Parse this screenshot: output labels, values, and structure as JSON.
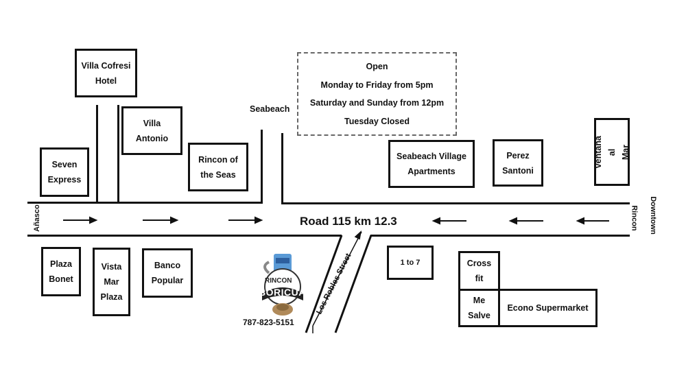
{
  "hours": {
    "line1": "Open",
    "line2": "Monday to Friday from 5pm",
    "line3": "Saturday and Sunday from 12pm",
    "line4": "Tuesday Closed"
  },
  "road": {
    "title": "Road 115 km 12.3",
    "side_street": "Los Robles Street",
    "left_label": "Añasco",
    "right_label_1": "Downtown",
    "right_label_2": "Rincon",
    "seabeach": "Seabeach"
  },
  "buildings": {
    "villa_cofresi": "Villa Cofresi\nHotel",
    "villa_antonio": "Villa\nAntonio",
    "rincon_seas": "Rincon of\nthe Seas",
    "seven_express": "Seven\nExpress",
    "seabeach_village": "Seabeach Village\nApartments",
    "perez_santoni": "Perez\nSantoni",
    "ventana_mar": "Ventana al\nMar",
    "plaza_bonet": "Plaza\nBonet",
    "vista_mar": "Vista\nMar\nPlaza",
    "banco_popular": "Banco\nPopular",
    "one_to_seven": "1 to 7",
    "cross_fit": "Cross\nfit",
    "me_salve": "Me\nSalve",
    "econo": "Econo Supermarket"
  },
  "logo": {
    "top": "RINCON",
    "bottom": "BORICUA",
    "phone": "787-823-5151",
    "icon": "bar-cup-icon"
  }
}
